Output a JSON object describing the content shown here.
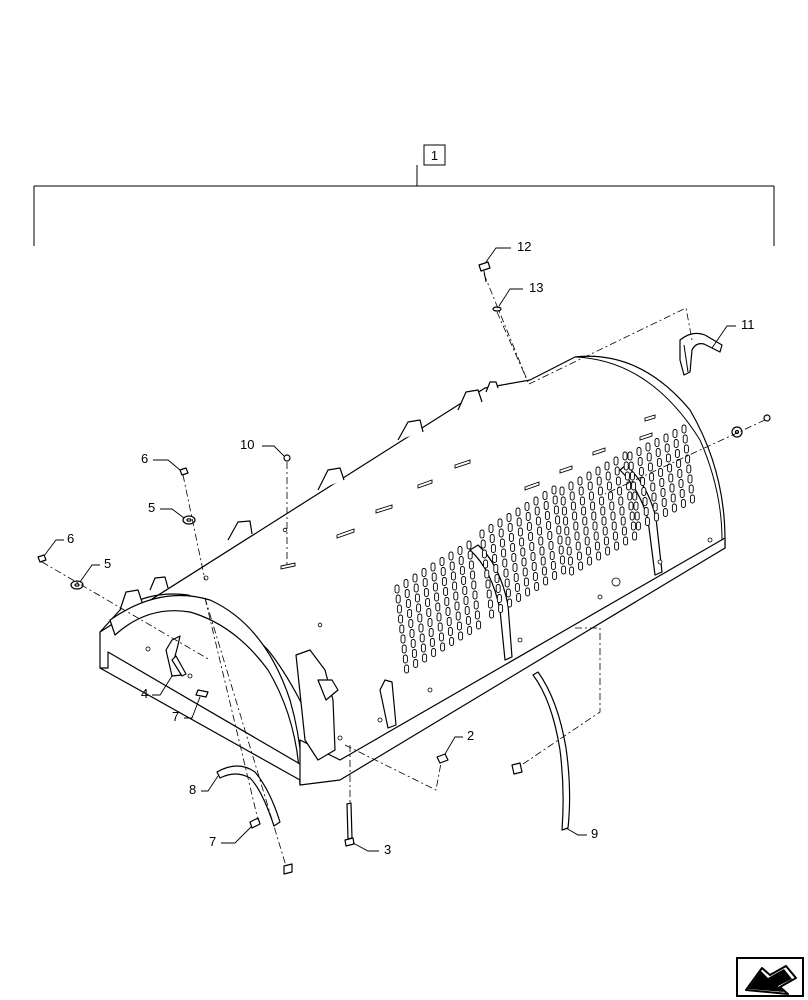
{
  "assembly": {
    "item": "1"
  },
  "callouts": [
    {
      "id": "c12",
      "label": "12"
    },
    {
      "id": "c13",
      "label": "13"
    },
    {
      "id": "c11",
      "label": "11"
    },
    {
      "id": "c10",
      "label": "10"
    },
    {
      "id": "c6a",
      "label": "6"
    },
    {
      "id": "c5a",
      "label": "5"
    },
    {
      "id": "c6b",
      "label": "6"
    },
    {
      "id": "c5b",
      "label": "5"
    },
    {
      "id": "c4",
      "label": "4"
    },
    {
      "id": "c7a",
      "label": "7"
    },
    {
      "id": "c8",
      "label": "8"
    },
    {
      "id": "c7b",
      "label": "7"
    },
    {
      "id": "c2",
      "label": "2"
    },
    {
      "id": "c3",
      "label": "3"
    },
    {
      "id": "c9",
      "label": "9"
    }
  ],
  "nav_icon": "next-page-arrow-icon",
  "colors": {
    "line": "#000000",
    "background": "#ffffff"
  }
}
